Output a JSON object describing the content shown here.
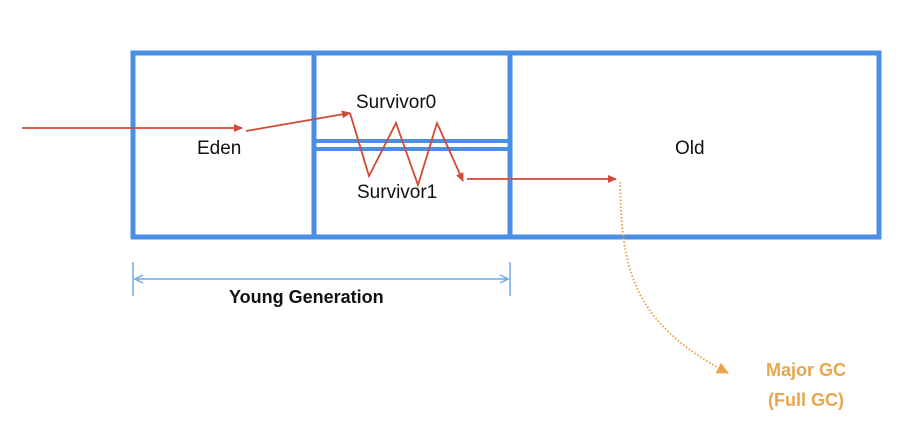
{
  "regions": {
    "eden": "Eden",
    "survivor0": "Survivor0",
    "survivor1": "Survivor1",
    "old": "Old"
  },
  "young_generation_label": "Young Generation",
  "major_gc": {
    "line1": "Major GC",
    "line2": "(Full GC)"
  },
  "colors": {
    "border": "#4a8fe7",
    "span": "#6fa8e8",
    "arrow": "#d04a36",
    "major_gc": "#e8a54b"
  }
}
